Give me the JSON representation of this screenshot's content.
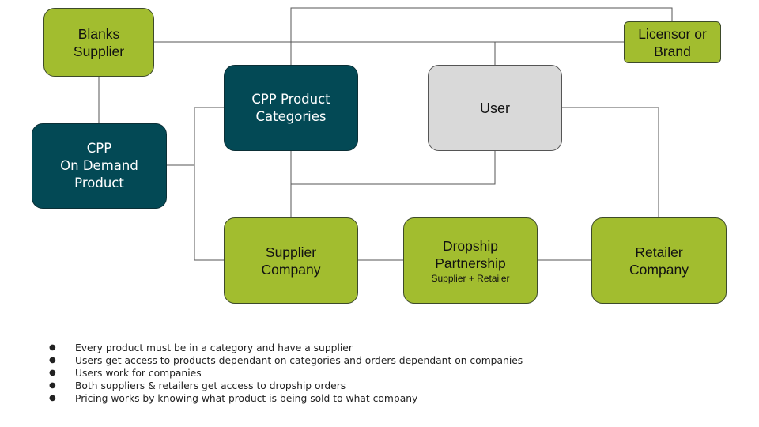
{
  "nodes": {
    "blanks_supplier": [
      "Blanks",
      "Supplier"
    ],
    "licensor": [
      "Licensor or",
      "Brand"
    ],
    "cpp_categories": [
      "CPP Product",
      "Categories"
    ],
    "user": [
      "User"
    ],
    "cpp_on_demand": [
      "CPP",
      "On Demand",
      "Product"
    ],
    "supplier_company": [
      "Supplier",
      "Company"
    ],
    "dropship": [
      "Dropship",
      "Partnership"
    ],
    "dropship_sub": "Supplier + Retailer",
    "retailer_company": [
      "Retailer",
      "Company"
    ]
  },
  "notes": [
    "Every product must be in a category and have a supplier",
    "Users get access to products dependant on categories and orders dependant on companies",
    "Users work for companies",
    "Both suppliers & retailers get access to dropship orders",
    "Pricing works by knowing what product is being sold to what company"
  ],
  "colors": {
    "green": "#a2bd2f",
    "teal": "#034955",
    "gray": "#d9d9d9",
    "line": "#555555"
  }
}
